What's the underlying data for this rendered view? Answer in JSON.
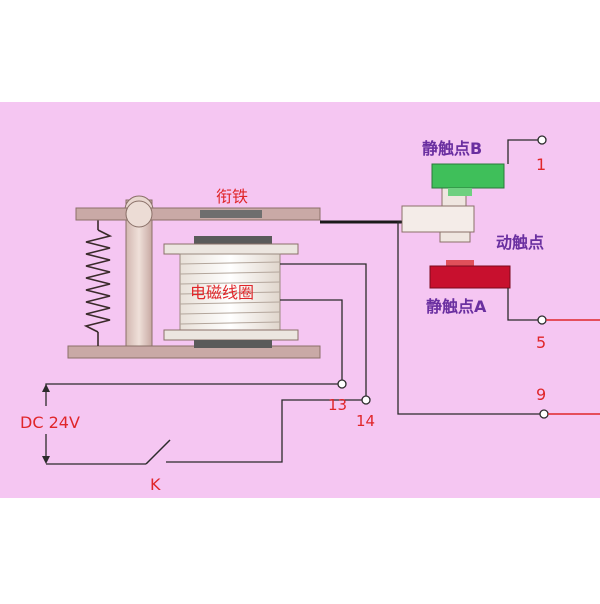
{
  "labels": {
    "armature": "衔铁",
    "coil": "电磁线圈",
    "static_contact_b": "静触点B",
    "moving_contact": "动触点",
    "static_contact_a": "静触点A",
    "terminal_1": "1",
    "terminal_5": "5",
    "terminal_9": "9",
    "terminal_13": "13",
    "terminal_14": "14",
    "supply": "DC 24V",
    "switch": "K"
  },
  "colors": {
    "background": "#f5c6f2",
    "label_red": "#e0262a",
    "label_purple": "#6a2fa0",
    "wire": "#2b2b2b",
    "circuit_red": "#e0262a",
    "contact_b": "#3fbf5a",
    "contact_a": "#c8102e",
    "frame": "#c9a9a6"
  }
}
